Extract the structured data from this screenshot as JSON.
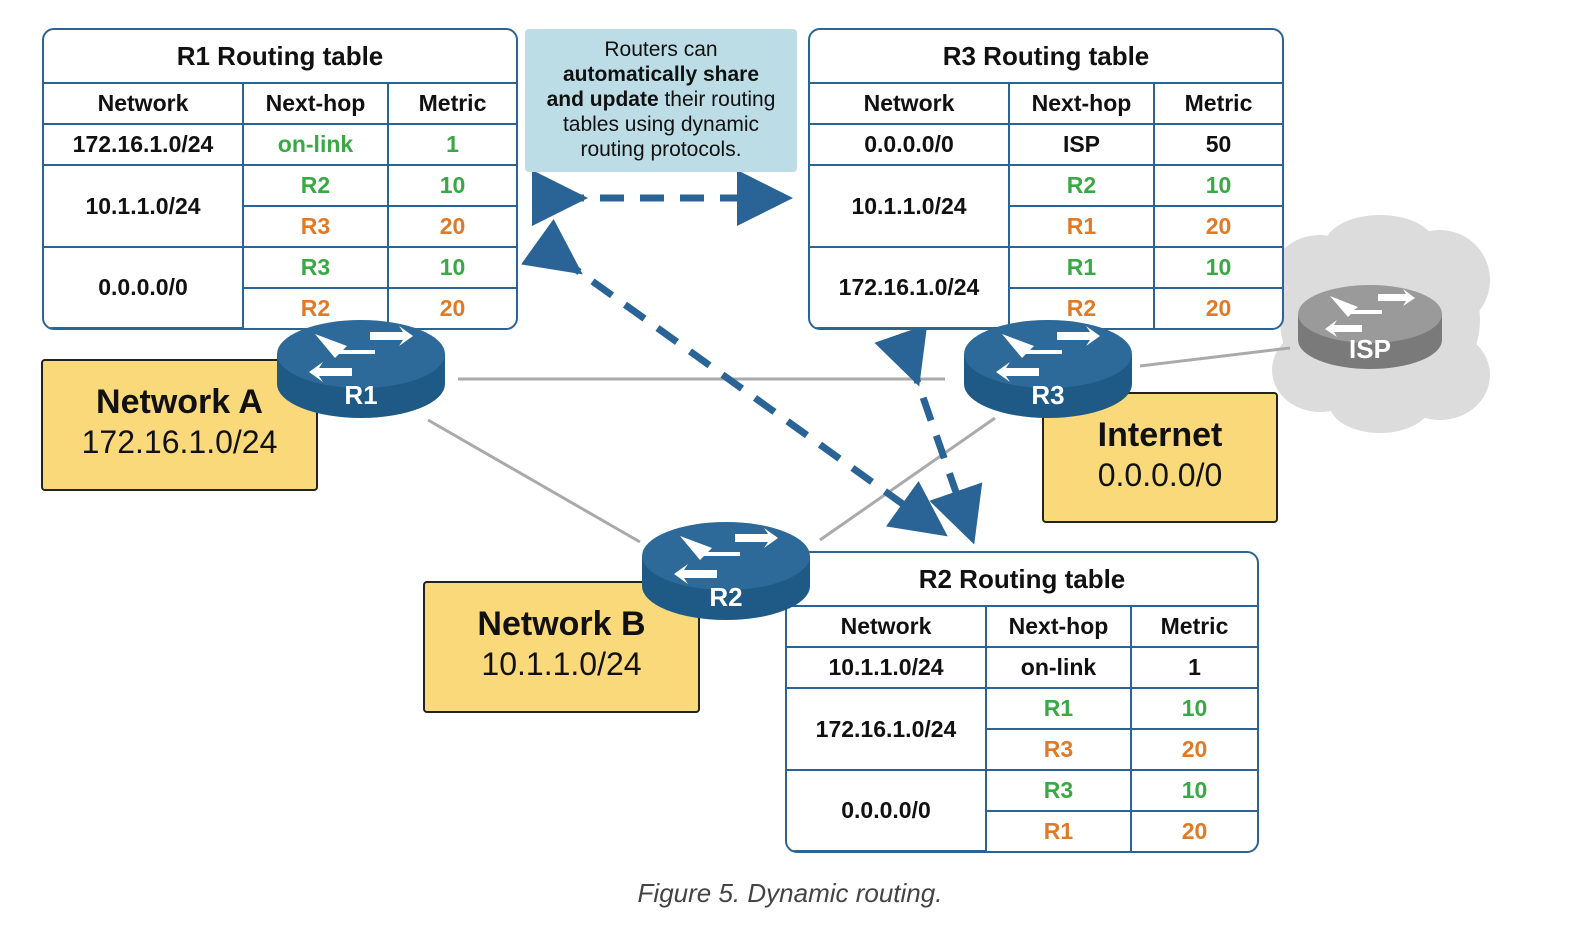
{
  "headers": {
    "network": "Network",
    "next_hop": "Next-hop",
    "metric": "Metric"
  },
  "r1_table": {
    "title": "R1 Routing table",
    "rows": [
      {
        "network": "172.16.1.0/24",
        "routes": [
          {
            "next_hop": "on-link",
            "metric": "1"
          }
        ]
      },
      {
        "network": "10.1.1.0/24",
        "routes": [
          {
            "next_hop": "R2",
            "metric": "10"
          },
          {
            "next_hop": "R3",
            "metric": "20"
          }
        ]
      },
      {
        "network": "0.0.0.0/0",
        "routes": [
          {
            "next_hop": "R3",
            "metric": "10"
          },
          {
            "next_hop": "R2",
            "metric": "20"
          }
        ]
      }
    ]
  },
  "r3_table": {
    "title": "R3 Routing table",
    "rows": [
      {
        "network": "0.0.0.0/0",
        "routes": [
          {
            "next_hop": "ISP",
            "metric": "50"
          }
        ]
      },
      {
        "network": "10.1.1.0/24",
        "routes": [
          {
            "next_hop": "R2",
            "metric": "10"
          },
          {
            "next_hop": "R1",
            "metric": "20"
          }
        ]
      },
      {
        "network": "172.16.1.0/24",
        "routes": [
          {
            "next_hop": "R1",
            "metric": "10"
          },
          {
            "next_hop": "R2",
            "metric": "20"
          }
        ]
      }
    ]
  },
  "r2_table": {
    "title": "R2 Routing table",
    "rows": [
      {
        "network": "10.1.1.0/24",
        "routes": [
          {
            "next_hop": "on-link",
            "metric": "1"
          }
        ]
      },
      {
        "network": "172.16.1.0/24",
        "routes": [
          {
            "next_hop": "R1",
            "metric": "10"
          },
          {
            "next_hop": "R3",
            "metric": "20"
          }
        ]
      },
      {
        "network": "0.0.0.0/0",
        "routes": [
          {
            "next_hop": "R3",
            "metric": "10"
          },
          {
            "next_hop": "R1",
            "metric": "20"
          }
        ]
      }
    ]
  },
  "info": {
    "line1": "Routers can",
    "bold1": "automatically share",
    "bold2": "and update",
    "line2_rest": " their routing",
    "line3": "tables using dynamic",
    "line4": "routing protocols."
  },
  "networks": {
    "a": {
      "name": "Network A",
      "address": "172.16.1.0/24"
    },
    "b": {
      "name": "Network B",
      "address": "10.1.1.0/24"
    },
    "internet": {
      "name": "Internet",
      "address": "0.0.0.0/0"
    }
  },
  "routers": {
    "r1": "R1",
    "r2": "R2",
    "r3": "R3",
    "isp": "ISP"
  },
  "caption": "Figure 5. Dynamic routing.",
  "colors": {
    "table_border": "#2a6496",
    "preferred_route": "#3aa845",
    "backup_route": "#e07a26",
    "router_body": "#2d6a99",
    "network_box": "#f9d97a",
    "info_box": "#bcdde6",
    "arrow": "#2a6496",
    "cloud": "#dcdcdc"
  }
}
